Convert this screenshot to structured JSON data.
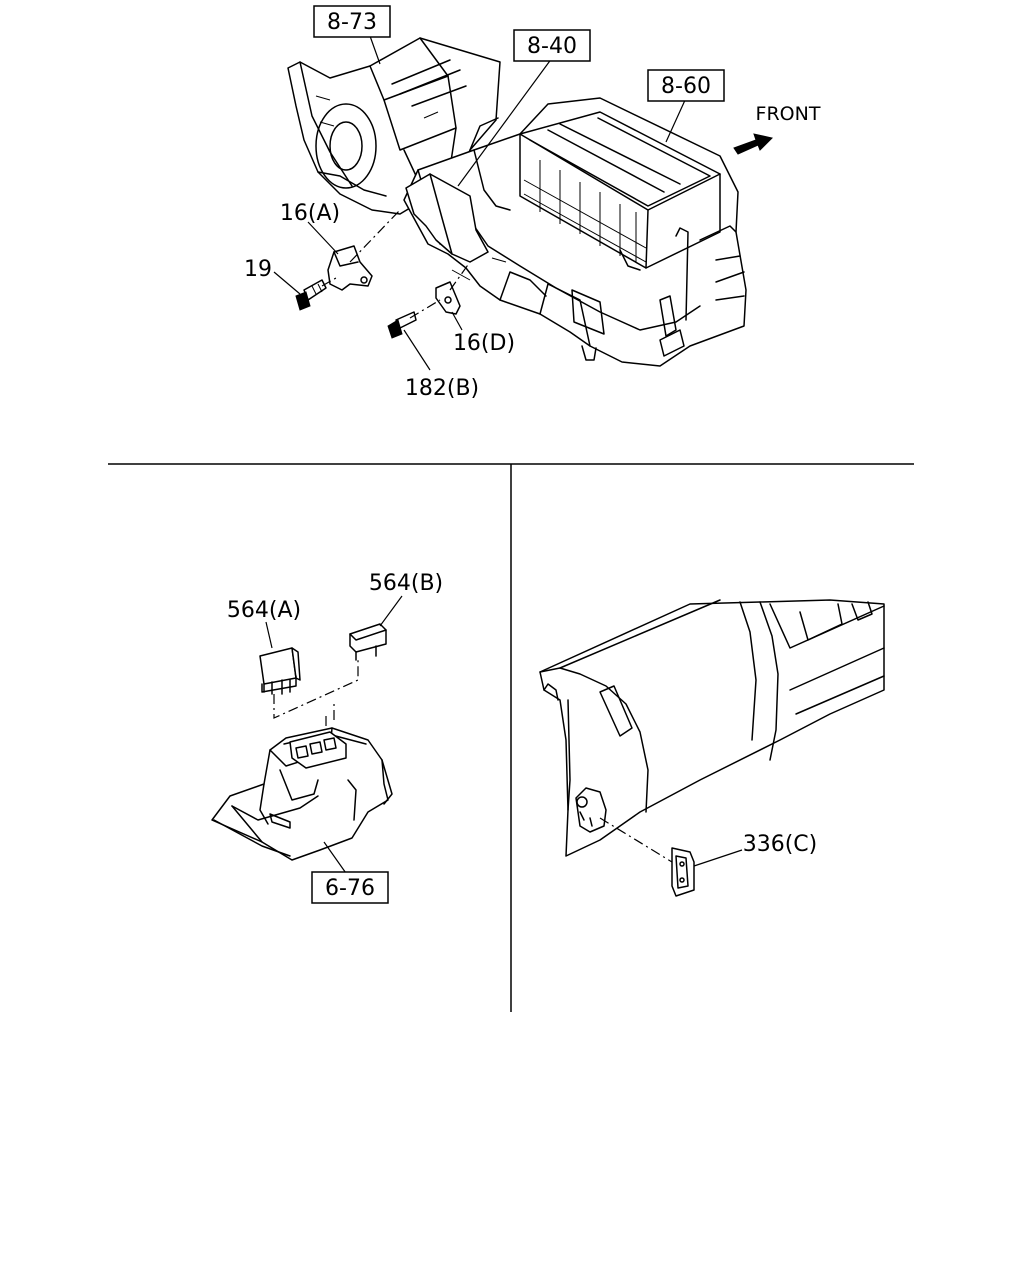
{
  "direction": {
    "text": "FRONT",
    "icon": "arrow-front-icon"
  },
  "refs": {
    "r873": "8-73",
    "r840": "8-40",
    "r860": "8-60",
    "r676": "6-76"
  },
  "callouts": {
    "c16a": "16(A)",
    "c19": "19",
    "c16d": "16(D)",
    "c182b": "182(B)",
    "c564a": "564(A)",
    "c564b": "564(B)",
    "c336c": "336(C)"
  }
}
